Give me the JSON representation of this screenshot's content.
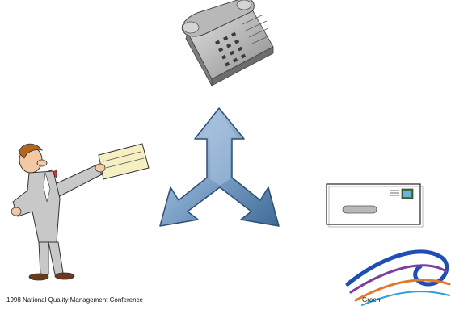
{
  "footer": {
    "conference": "1998 National Quality Management Conference",
    "presenter": "Green"
  },
  "illustrations": [
    {
      "name": "telephone",
      "icon": "telephone-icon"
    },
    {
      "name": "three-way-arrow",
      "icon": "three-way-arrow-icon"
    },
    {
      "name": "man-holding-paper",
      "icon": "person-with-document-icon"
    },
    {
      "name": "envelope",
      "icon": "envelope-icon"
    },
    {
      "name": "swirl-logo",
      "icon": "swirl-logo-icon"
    }
  ],
  "colors": {
    "arrow_fill": "#7fa3c8",
    "arrow_dark": "#3e6b97",
    "phone_gray": "#9a9a9a",
    "suit_gray": "#c8c8c8",
    "swirl_blue": "#1f4fb4",
    "swirl_purple": "#7a3fa0",
    "swirl_orange": "#e07a2a"
  }
}
